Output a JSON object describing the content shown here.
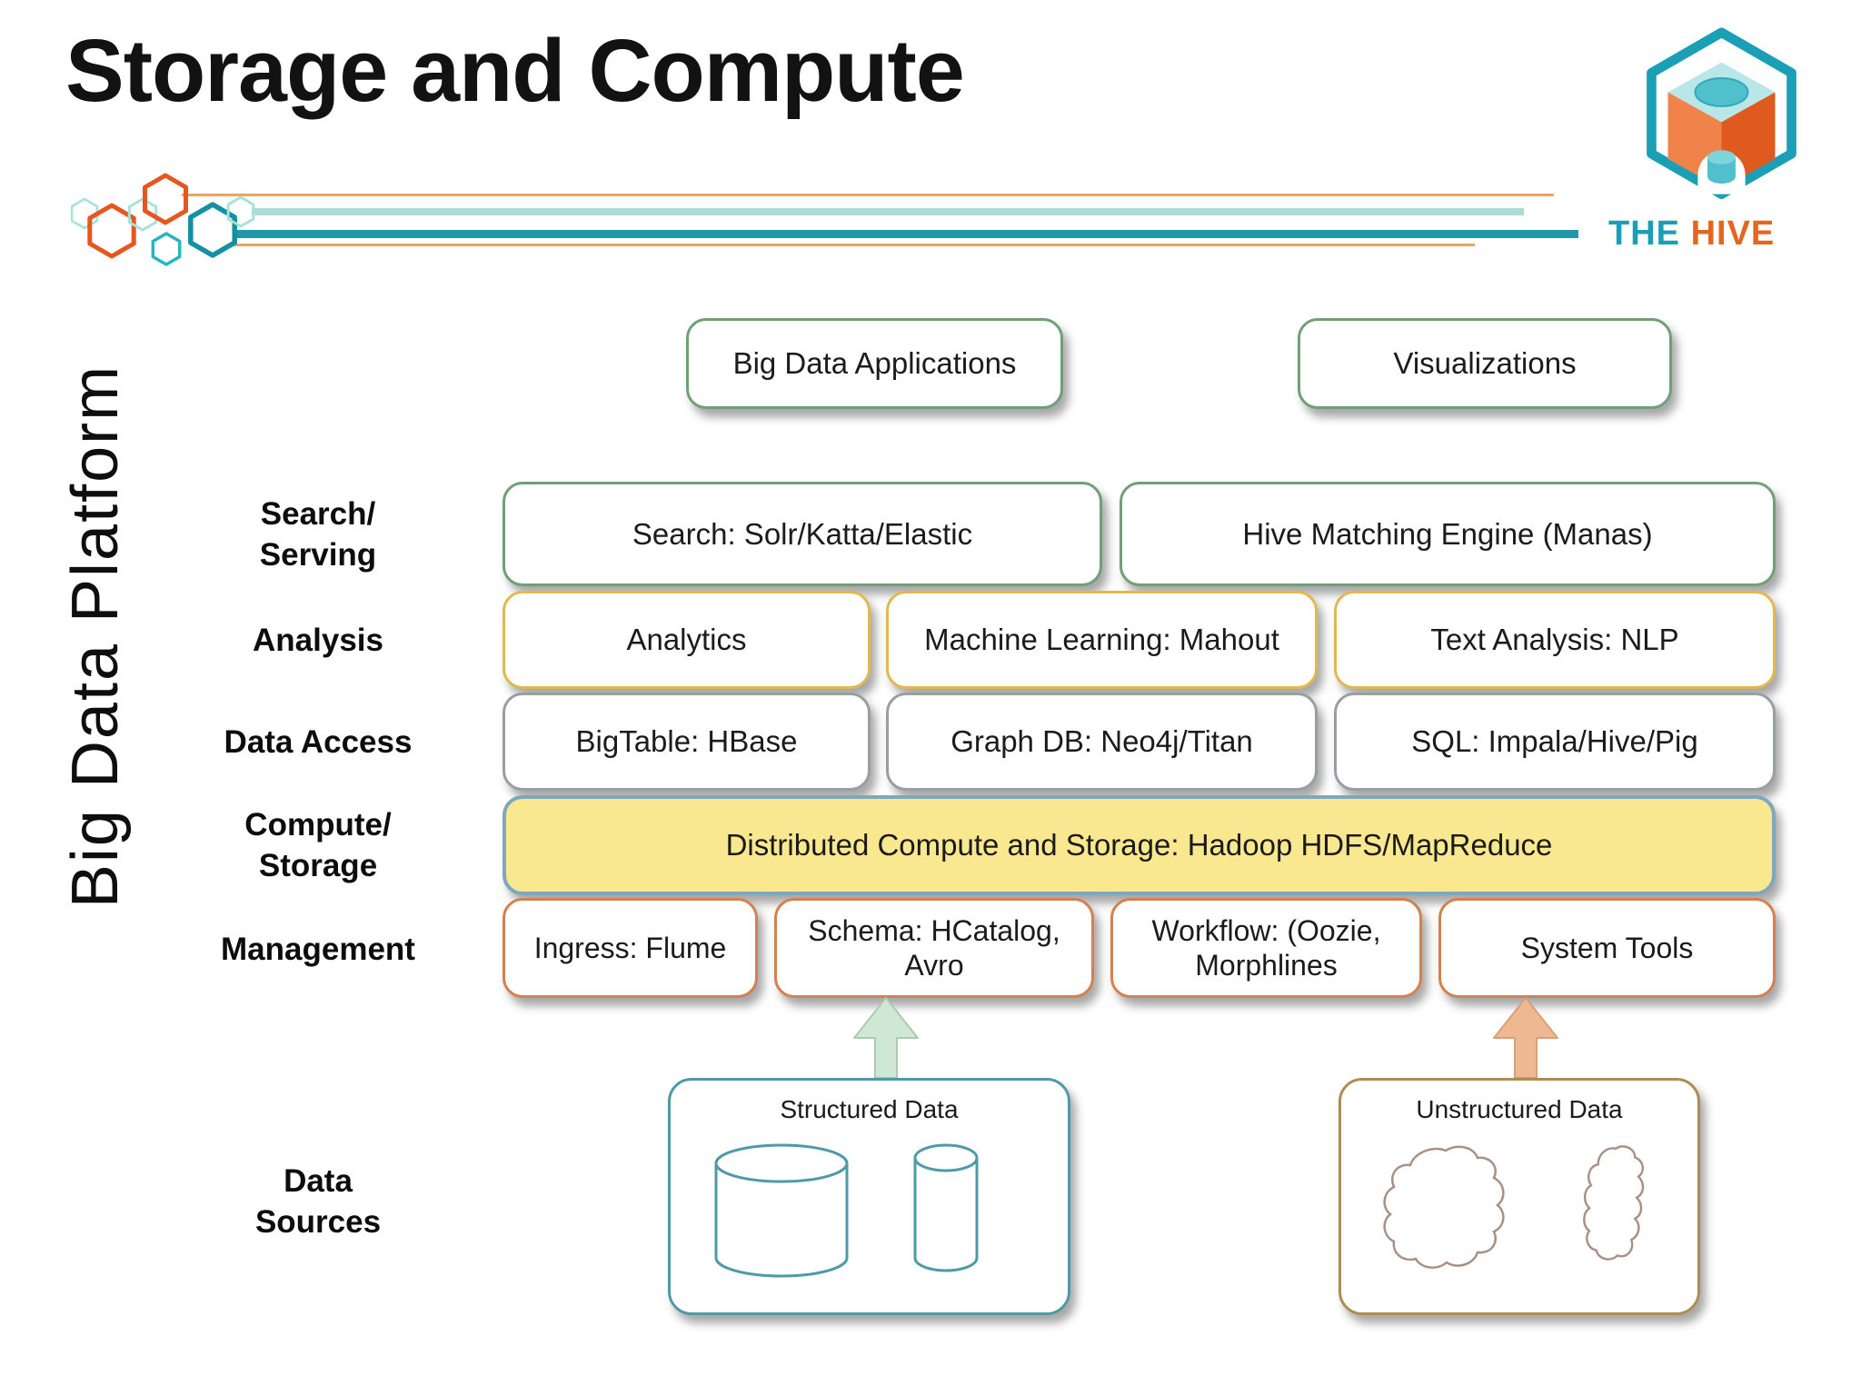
{
  "slide_title": "Storage and Compute",
  "platform_label": "Big Data Platform",
  "brand": {
    "word1": "THE",
    "word2": "HIVE"
  },
  "top_boxes": [
    "Big Data Applications",
    "Visualizations"
  ],
  "rows": [
    {
      "label_lines": [
        "Search/",
        "Serving"
      ],
      "boxes": [
        "Search: Solr/Katta/Elastic",
        "Hive Matching Engine (Manas)"
      ]
    },
    {
      "label_lines": [
        "Analysis"
      ],
      "boxes": [
        "Analytics",
        "Machine Learning: Mahout",
        "Text Analysis: NLP"
      ]
    },
    {
      "label_lines": [
        "Data Access"
      ],
      "boxes": [
        "BigTable: HBase",
        "Graph DB: Neo4j/Titan",
        "SQL: Impala/Hive/Pig"
      ]
    },
    {
      "label_lines": [
        "Compute/",
        "Storage"
      ],
      "boxes": [
        "Distributed Compute and Storage: Hadoop HDFS/MapReduce"
      ]
    },
    {
      "label_lines": [
        "Management"
      ],
      "boxes": [
        "Ingress: Flume",
        "Schema: HCatalog, Avro",
        "Workflow: (Oozie, Morphlines",
        "System Tools"
      ]
    },
    {
      "label_lines": [
        "Data",
        "Sources"
      ],
      "boxes": [
        "Structured Data",
        "Unstructured Data"
      ]
    }
  ],
  "colors": {
    "accent_teal": "#1b9fb6",
    "accent_orange": "#e5671f",
    "border_green": "#6fa076",
    "border_gold": "#e2b94f",
    "border_gray": "#98a09f",
    "border_orange": "#d4814d",
    "compute_fill": "#f9e88f",
    "compute_border": "#7ea8be",
    "structured_border": "#4e9aa8",
    "unstructured_border": "#ad8d52",
    "arrow_green": "#cfe8d4",
    "arrow_tan": "#eeb893"
  }
}
